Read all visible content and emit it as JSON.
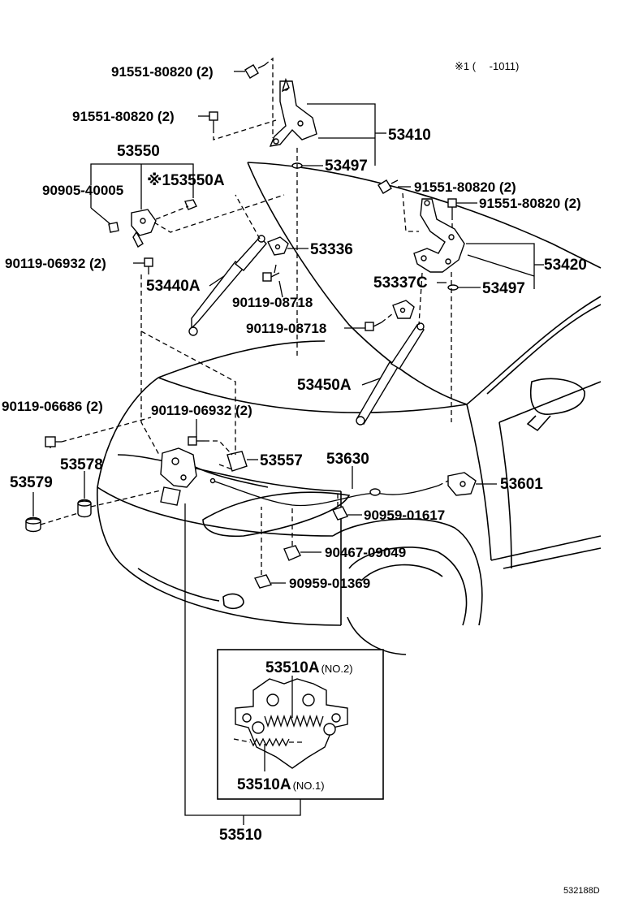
{
  "note": "※1 (　 -1011)",
  "footer_code": "532188D",
  "labels": {
    "p91551_a": "91551-80820 (2)",
    "p91551_b": "91551-80820 (2)",
    "p91551_c": "91551-80820 (2)",
    "p91551_d": "91551-80820 (2)",
    "p53410": "53410",
    "p53497_a": "53497",
    "p53497_b": "53497",
    "p53550": "53550",
    "p53550A": "※153550A",
    "p90905": "90905-40005",
    "p90119_06932_a": "90119-06932 (2)",
    "p90119_06932_b": "90119-06932 (2)",
    "p53336": "53336",
    "p53440A": "53440A",
    "p90119_08718_a": "90119-08718",
    "p90119_08718_b": "90119-08718",
    "p53337C": "53337C",
    "p53420": "53420",
    "p53450A": "53450A",
    "p90119_06686": "90119-06686 (2)",
    "p53578": "53578",
    "p53579": "53579",
    "p53557": "53557",
    "p53630": "53630",
    "p53601": "53601",
    "p90959_01617": "90959-01617",
    "p90467": "90467-09049",
    "p90959_01369": "90959-01369",
    "p53510A_no2": "53510A",
    "p53510A_no2_suffix": "(NO.2)",
    "p53510A_no1": "53510A",
    "p53510A_no1_suffix": "(NO.1)",
    "p53510": "53510"
  }
}
